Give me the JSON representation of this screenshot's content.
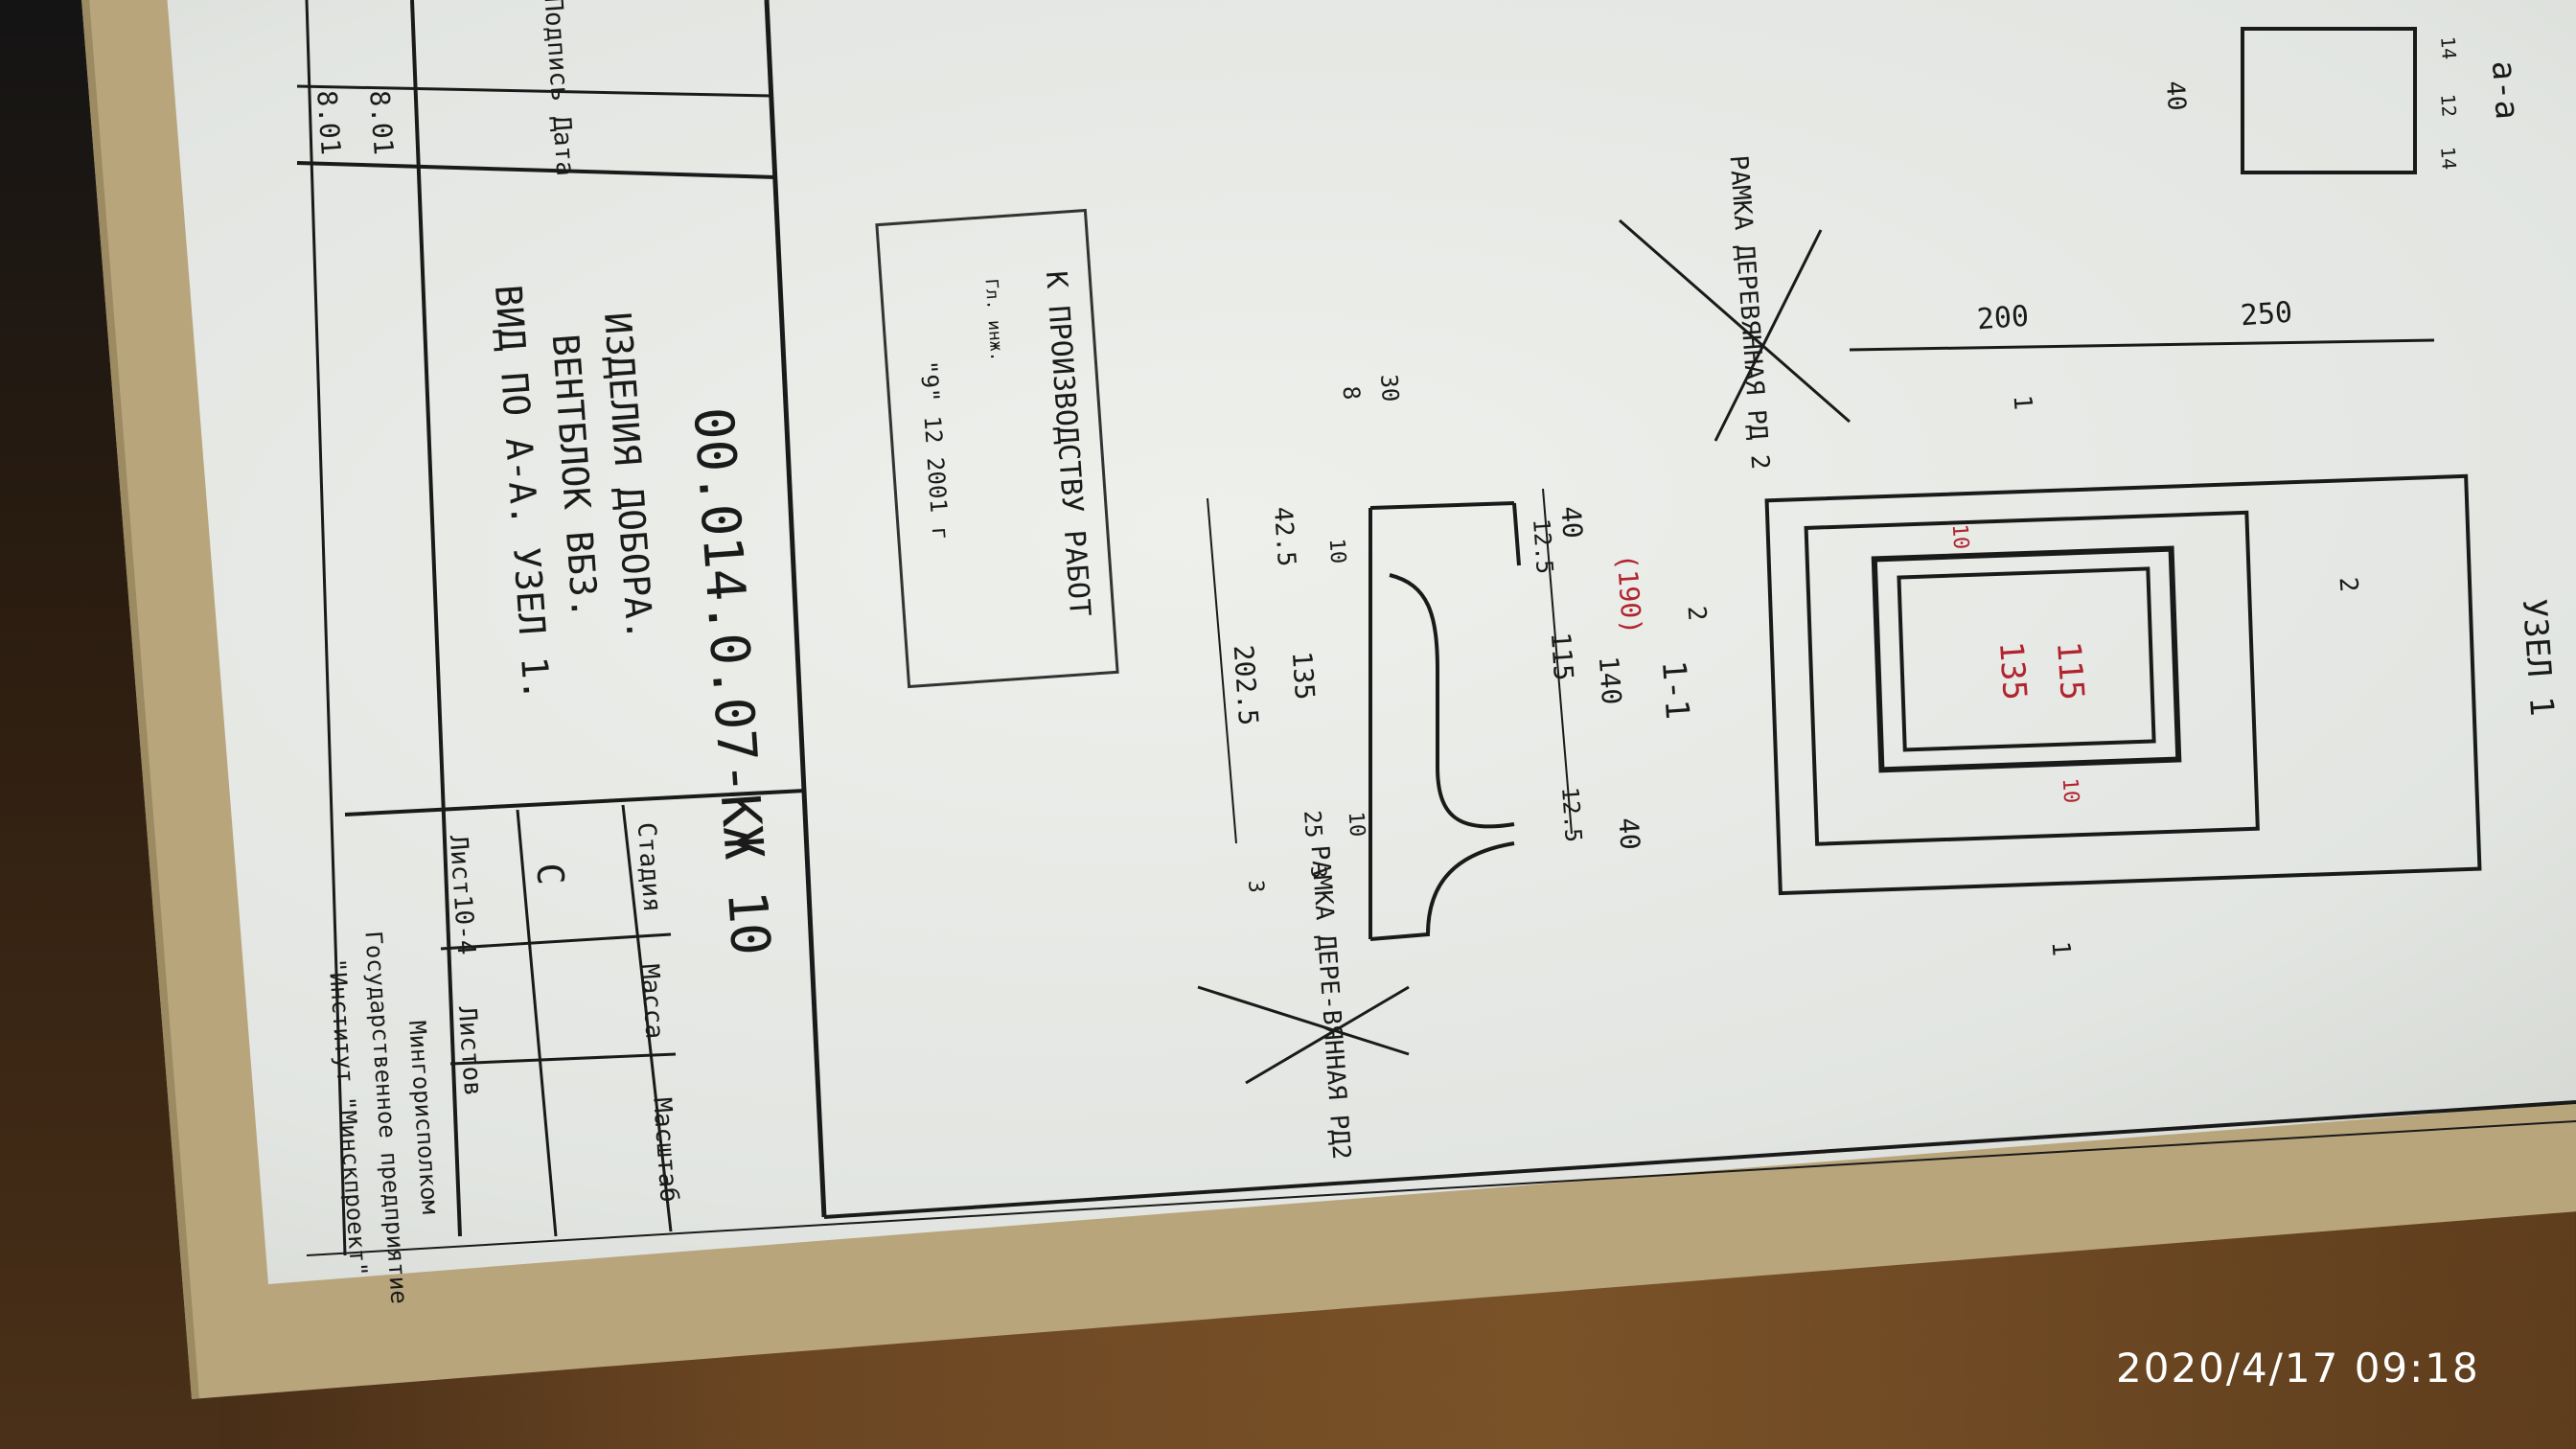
{
  "title_block": {
    "drawing_number": "00.014.0.07-КЖ 10",
    "title_line1": "ИЗДЕЛИЯ ДОБОРА.",
    "title_line2": "ВЕНТБЛОК ВБ3.",
    "title_line3": "ВИД ПО А-А. УЗЕЛ 1.",
    "col_stage": "Стадия",
    "col_mass": "Масса",
    "col_scale": "Масштаб",
    "stage_value": "С",
    "sheet": "Лист10-4",
    "sheets": "Листов",
    "org_line1": "Мингорисполком",
    "org_line2": "Государственное предприятие",
    "org_line3": "\"Институт \"Минскпроект\"",
    "col_signature_date": "Подпись Дата",
    "date1": "8.01",
    "date2": "8.01"
  },
  "stamp": {
    "text": "К ПРОИЗВОДСТВУ РАБОТ",
    "role": "Гл. инж.",
    "date": "\"9\" 12 2001 г"
  },
  "drawing": {
    "node_label": "УЗЕЛ 1",
    "section_aa": "а-а",
    "section_11": "1-1",
    "frame_top": "РАМКА ДЕРЕВЯННАЯ РД 2",
    "frame_bottom": "РАМКА ДЕРЕ-ВЯННАЯ РД2",
    "dims": [
      "200",
      "250",
      "40",
      "12.5",
      "115",
      "12.5",
      "40",
      "140",
      "42.5",
      "135",
      "202.5",
      "10",
      "25",
      "10",
      "3",
      "3",
      "8",
      "30",
      "40",
      "14",
      "12",
      "14",
      "1",
      "1",
      "2",
      "2"
    ],
    "red_notes": [
      "115",
      "135",
      "10",
      "10",
      "(190)"
    ]
  },
  "timestamp": "2020/4/17  09:18"
}
